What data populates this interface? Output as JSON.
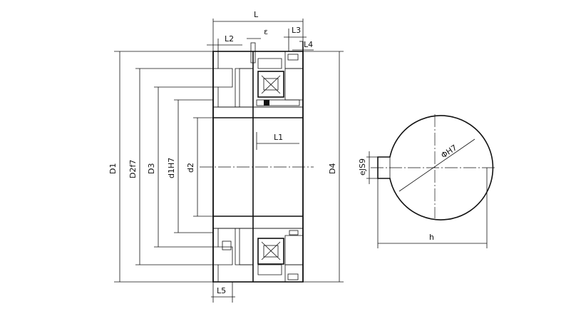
{
  "drawing": {
    "front_view": {
      "dimensions": {
        "L": "L",
        "L1": "L1",
        "L2": "L2",
        "L3": "L3",
        "L4": "L4",
        "L5": "L5",
        "gap": "ε",
        "D1": "D1",
        "D2": "D2f7",
        "D3": "D3",
        "D4": "D4",
        "d1": "d1H7",
        "d2": "d2"
      }
    },
    "section_view": {
      "bore": "ΦH7",
      "keyway": "eJS9",
      "h": "h"
    }
  }
}
